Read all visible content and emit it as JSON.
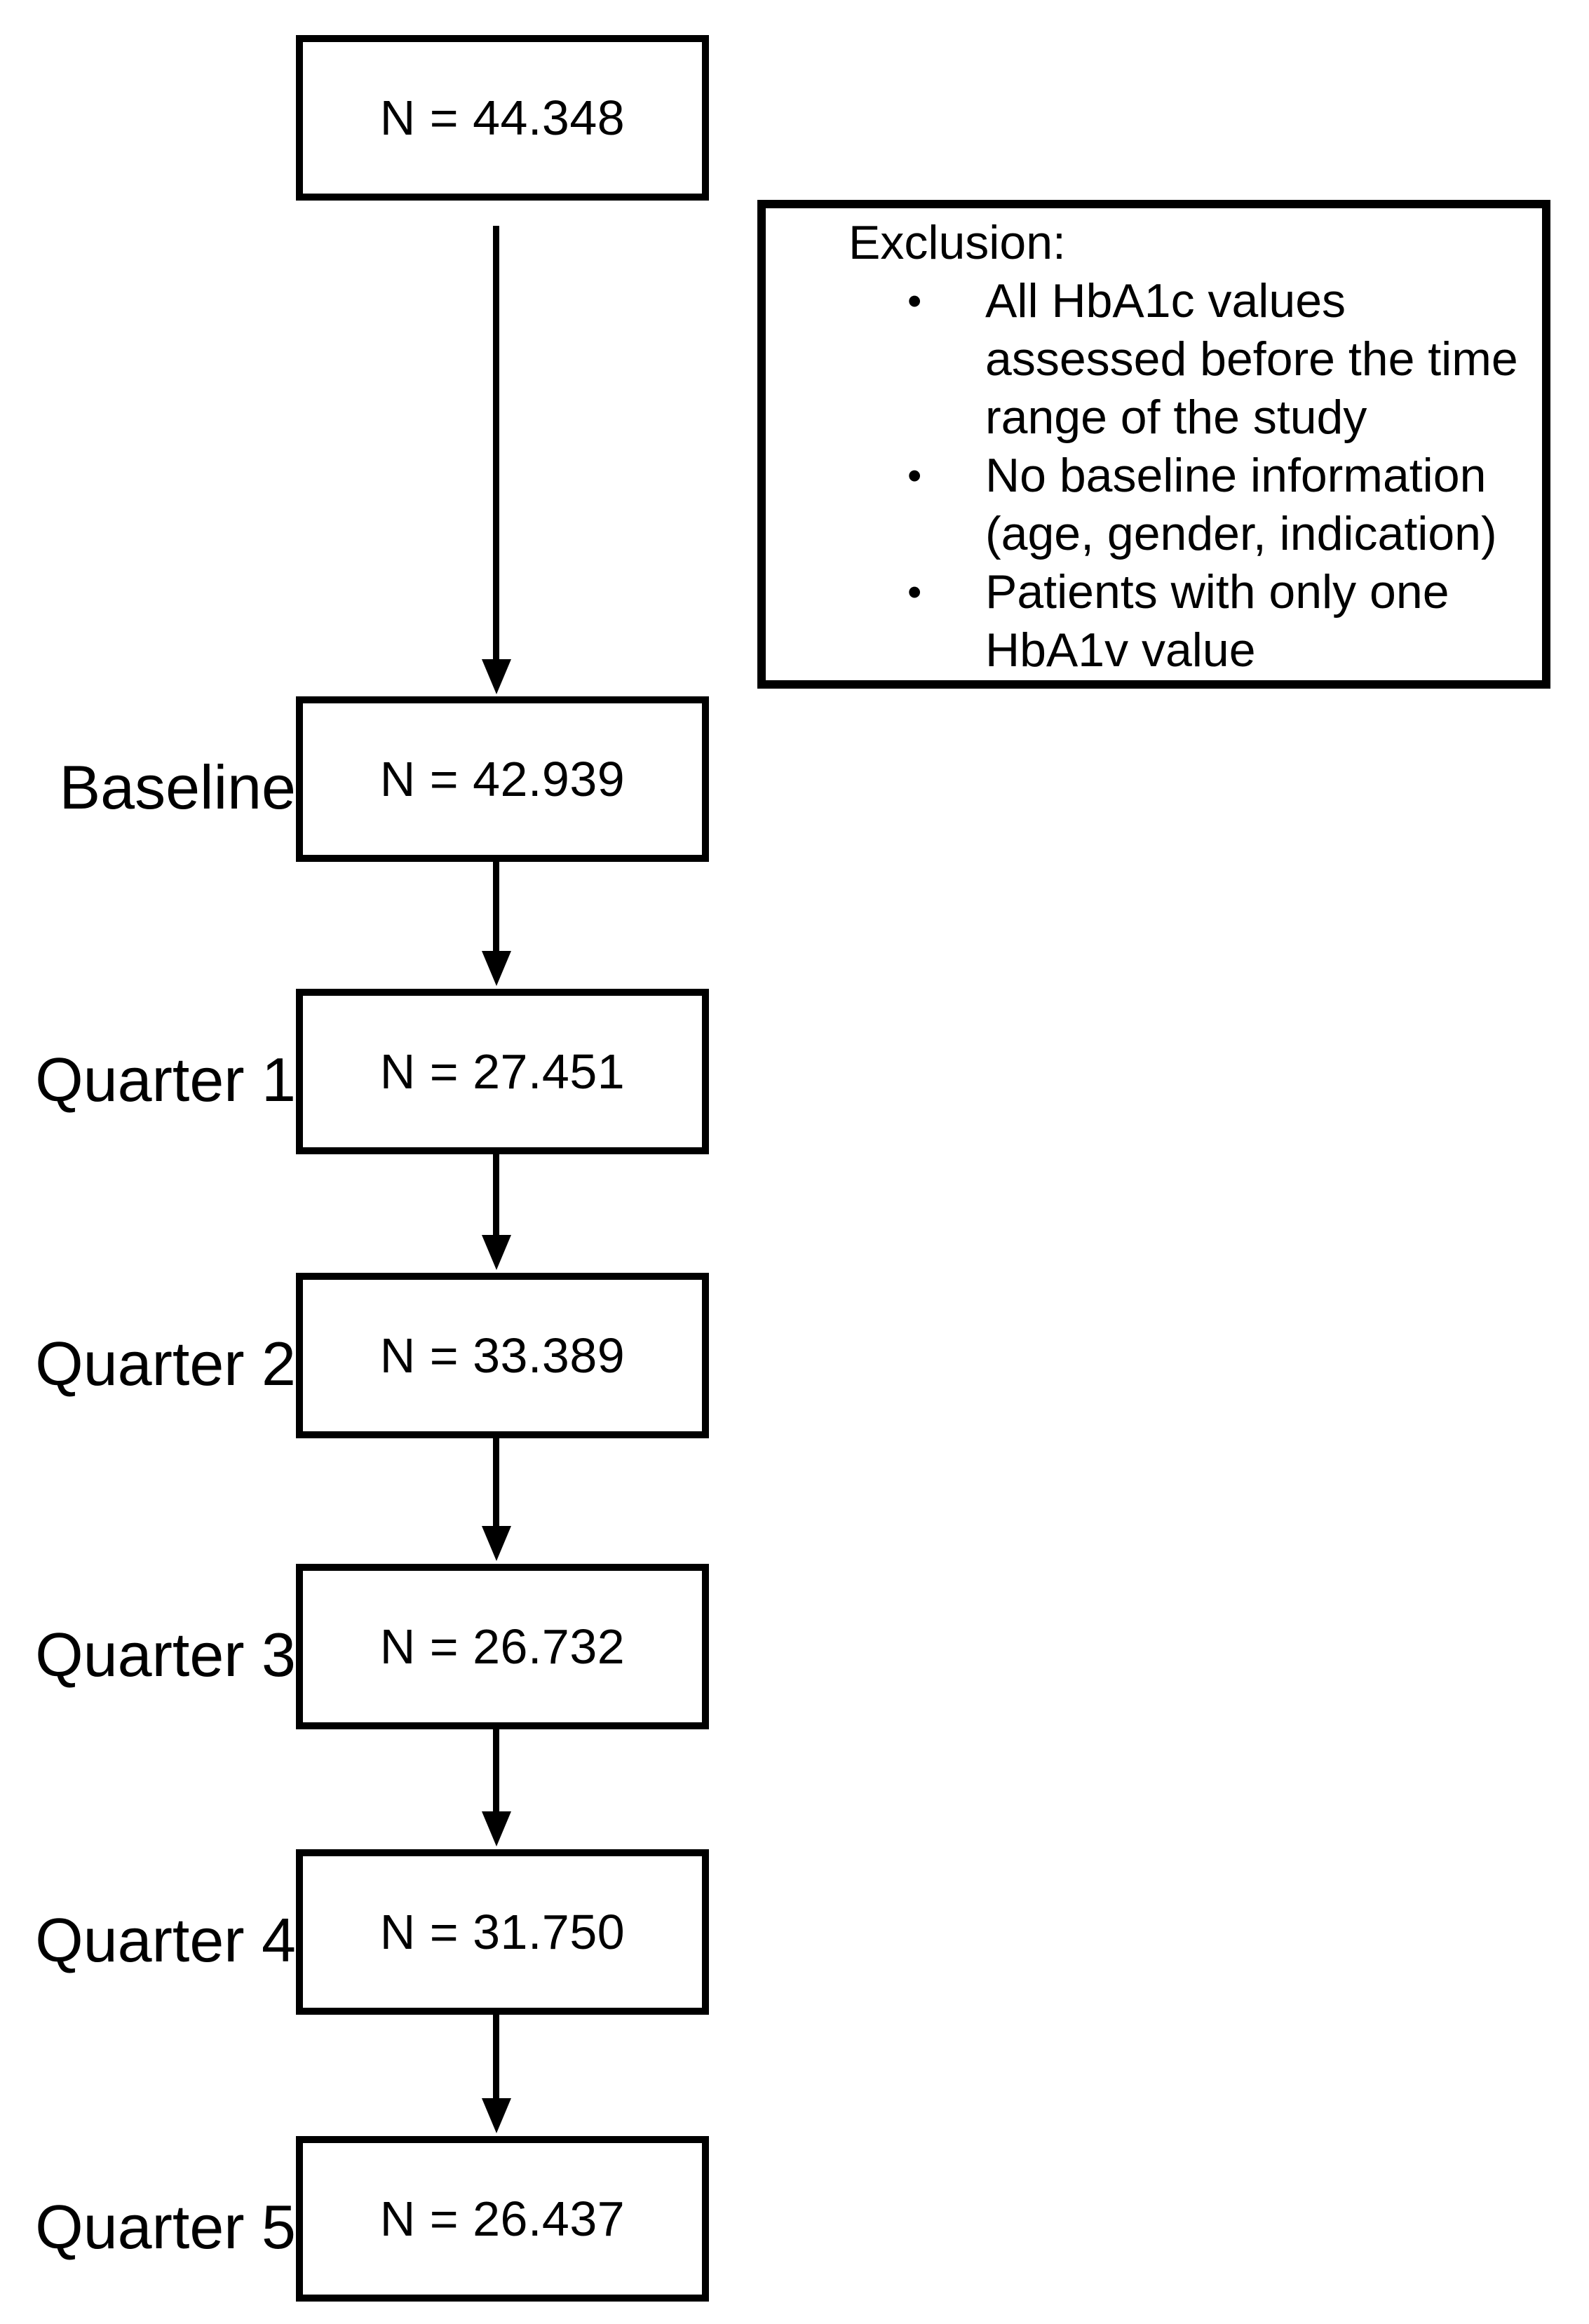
{
  "diagram": {
    "type": "patient-flowchart",
    "ink_color": "#000000",
    "background_color": "#ffffff",
    "bullet_glyph": "•",
    "flow": [
      {
        "label": "",
        "value": "N = 44.348"
      },
      {
        "label": "Baseline",
        "value": "N = 42.939"
      },
      {
        "label": "Quarter 1",
        "value": "N = 27.451"
      },
      {
        "label": "Quarter 2",
        "value": "N = 33.389"
      },
      {
        "label": "Quarter 3",
        "value": "N = 26.732"
      },
      {
        "label": "Quarter 4",
        "value": "N = 31.750"
      },
      {
        "label": "Quarter 5",
        "value": "N = 26.437"
      }
    ],
    "exclusion": {
      "title": "Exclusion:",
      "items": [
        "All HbA1c values assessed before the time range of the study",
        "No baseline information (age, gender, indication)",
        "Patients with only one HbA1v value"
      ]
    }
  }
}
